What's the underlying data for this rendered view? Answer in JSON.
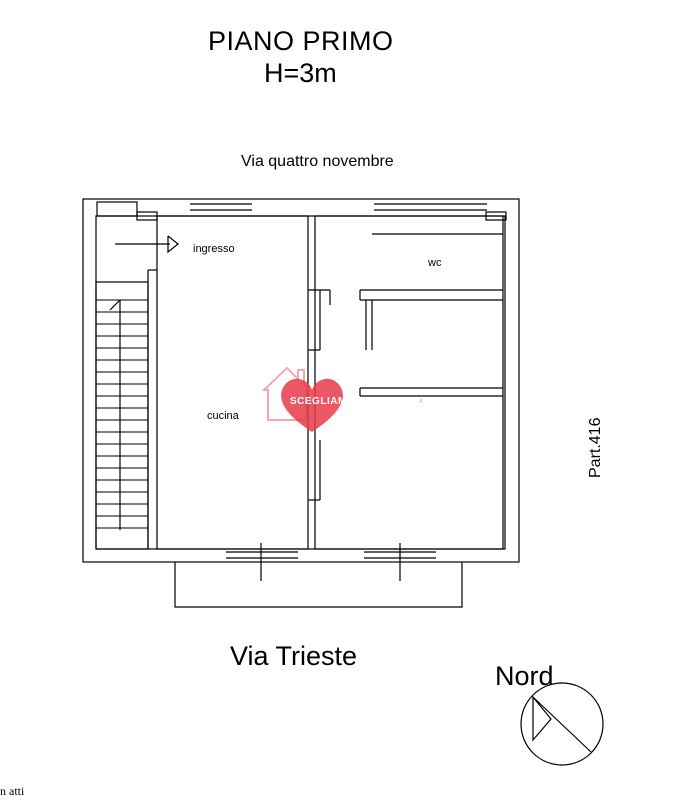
{
  "header": {
    "title_line1": "PIANO PRIMO",
    "title_line2": "H=3m"
  },
  "streets": {
    "top": "Via quattro novembre",
    "bottom": "Via Trieste"
  },
  "rooms": {
    "ingresso": "ingresso",
    "wc": "wc",
    "cucina": "cucina"
  },
  "parcel_label": "Part.416",
  "compass": {
    "label": "Nord"
  },
  "watermark": {
    "text": "SCEGLIAMOCASA",
    "suffix": ".it",
    "color": "#e8394a"
  },
  "footer_note": "n atti"
}
